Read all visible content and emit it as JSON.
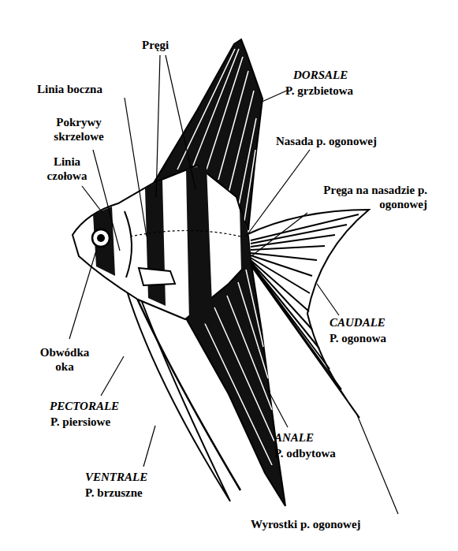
{
  "diagram": {
    "labels": [
      "Pręgi",
      "DORSALE",
      "Linia boczna",
      "P. grzbietowa",
      "Pokrywy skrzelowe",
      "Nasada p. ogonowej",
      "Linia czołowa",
      "Pręga na nasadzie p. ogonowej",
      "CAUDALE",
      "P. ogonowa",
      "Obwódka oka",
      "PECTORALE",
      "P. piersiowe",
      "ANALE",
      "P. odbytowa",
      "VENTRALE",
      "P. brzuszne",
      "Wyrostki p. ogonowej"
    ]
  }
}
